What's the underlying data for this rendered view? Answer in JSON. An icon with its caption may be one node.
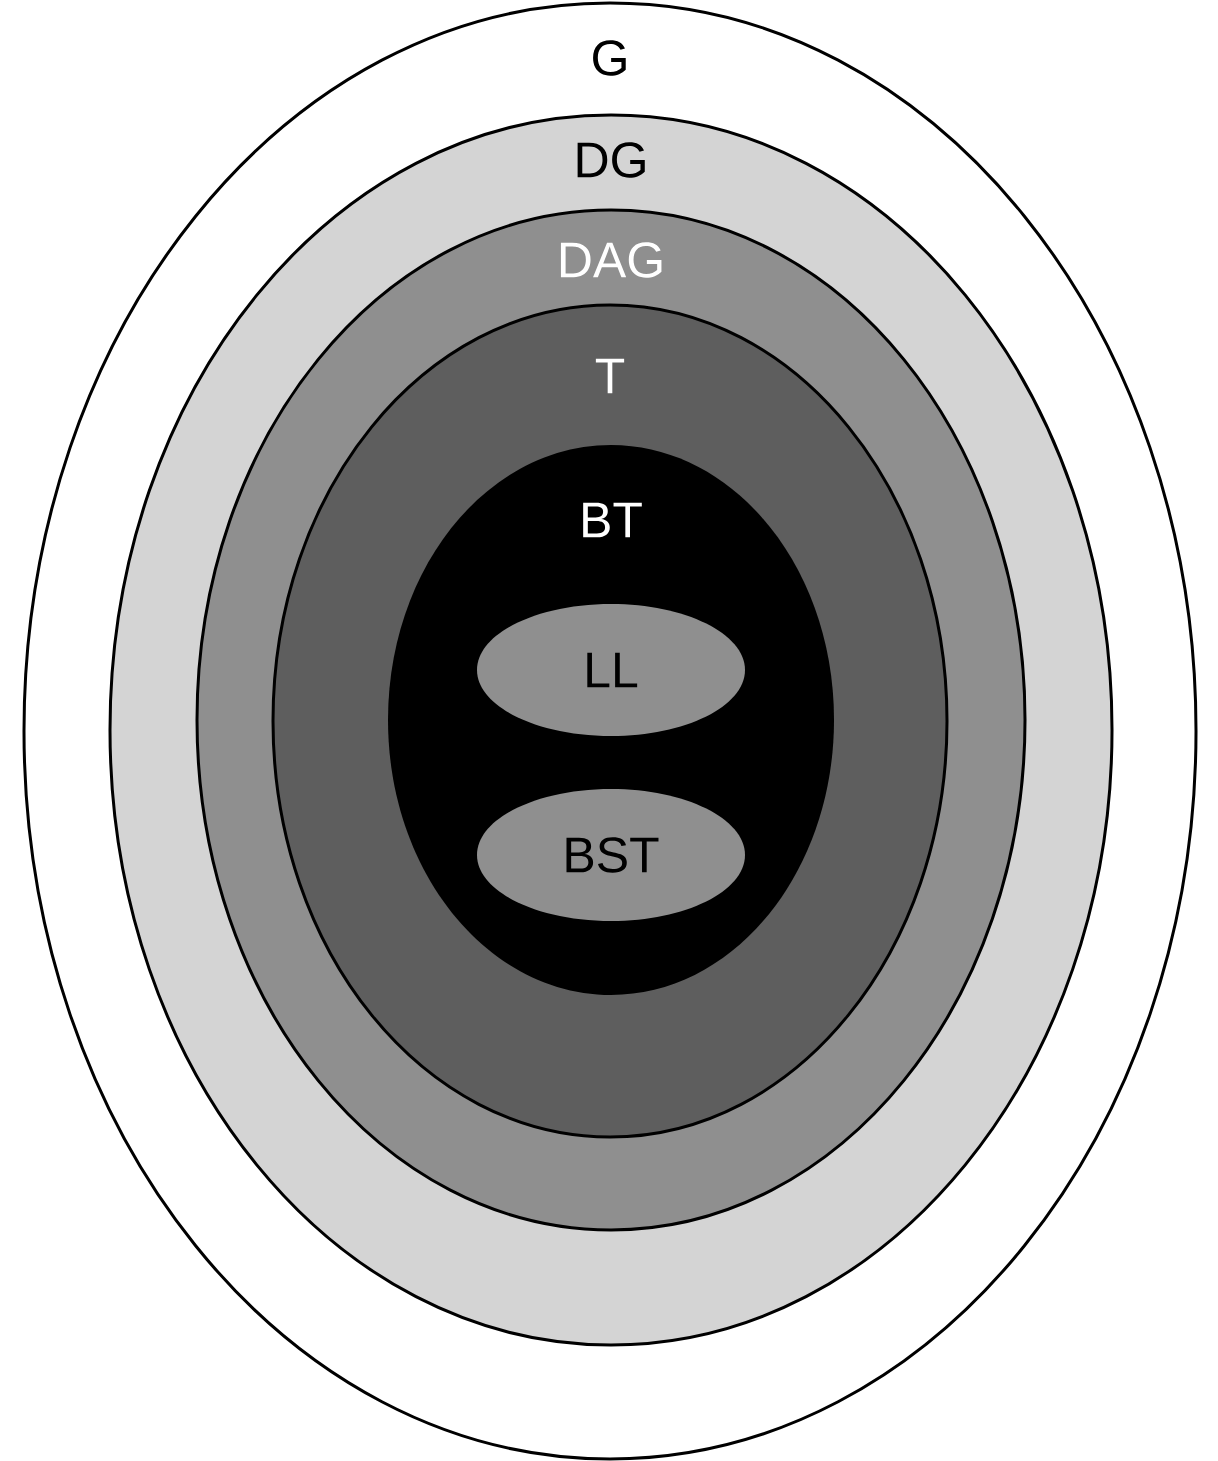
{
  "diagram": {
    "nodes": [
      {
        "text": [
          "G"
        ]
      },
      {
        "text": [
          "DG"
        ],
        "in": 0
      },
      {
        "text": [
          "DAG"
        ],
        "in": 1
      },
      {
        "text": [
          "T"
        ],
        "in": 2
      },
      {
        "text": [
          "BT"
        ],
        "in": 3
      },
      {
        "text": [
          "LL"
        ],
        "in": 4
      },
      {
        "text": [
          "BST"
        ],
        "in": 4
      }
    ]
  }
}
